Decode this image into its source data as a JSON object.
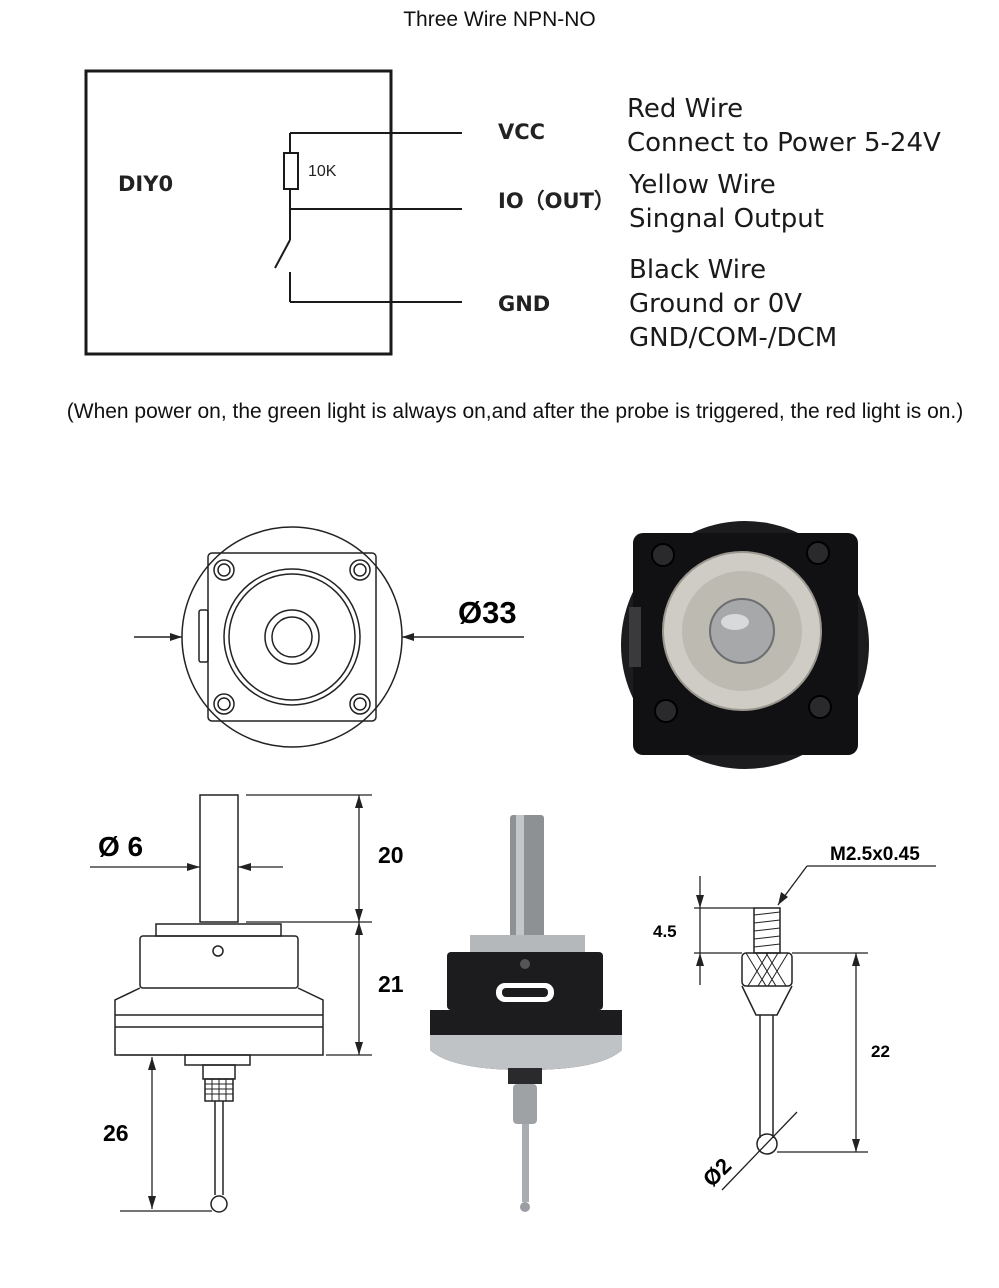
{
  "title": "Three Wire NPN-NO",
  "circuit": {
    "module_label": "DIY0",
    "resistor_label": "10K",
    "pins": [
      {
        "name": "VCC"
      },
      {
        "name": "IO（OUT）"
      },
      {
        "name": "GND"
      }
    ],
    "wires": [
      {
        "line1": "Red Wire",
        "line2": "Connect to Power 5-24V",
        "line3": ""
      },
      {
        "line1": "Yellow Wire",
        "line2": "Singnal Output",
        "line3": ""
      },
      {
        "line1": "Black Wire",
        "line2": "Ground or 0V",
        "line3": "GND/COM-/DCM"
      }
    ]
  },
  "note": "(When power on, the green light is always on,and after the probe is triggered, the red light is on.)",
  "dimensions": {
    "body_diameter": "Ø33",
    "shaft_diameter": "Ø 6",
    "shaft_length": "20",
    "body_height": "21",
    "stylus_length": "26",
    "thread": "M2.5x0.45",
    "thread_length": "4.5",
    "stylus_total": "22",
    "ball_diameter": "Ø2"
  },
  "colors": {
    "line": "#1a1a1a",
    "dark_body": "#1c1c1e",
    "steel": "#a9adb1"
  }
}
